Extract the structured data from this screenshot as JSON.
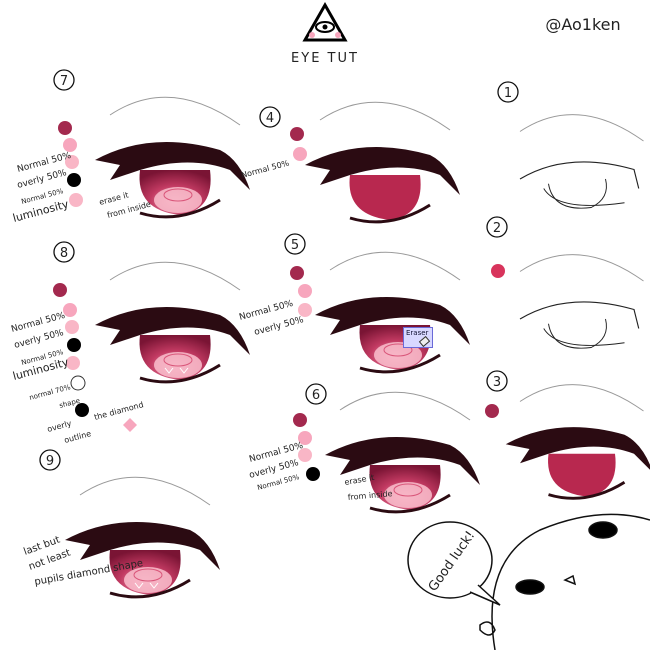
{
  "header": {
    "title": "EYE TUT",
    "author": "@Ao1ken"
  },
  "colors": {
    "dark_red": "#a3294e",
    "pink": "#f7a6bd",
    "light_pink": "#f9b6c6",
    "black": "#000000",
    "iris": "#b8284f",
    "lash": "#2b0b12"
  },
  "steps": [
    {
      "num": "1"
    },
    {
      "num": "2"
    },
    {
      "num": "3"
    },
    {
      "num": "4",
      "labels": [
        "Normal 50%"
      ]
    },
    {
      "num": "5",
      "labels": [
        "Normal 50%",
        "overly 50%"
      ],
      "tooltip": "Eraser"
    },
    {
      "num": "6",
      "labels": [
        "Normal 50%",
        "overly 50%",
        "Normal 50%"
      ],
      "note": [
        "erase it",
        "from inside"
      ]
    },
    {
      "num": "7",
      "labels": [
        "Normal 50%",
        "overly 50%",
        "Normal 50%",
        "luminosity"
      ],
      "note": [
        "erase it",
        "from inside"
      ]
    },
    {
      "num": "8",
      "labels": [
        "Normal 50%",
        "overly 50%",
        "Normal 50%",
        "luminosity",
        "normal 70%",
        "shape",
        "overly",
        "outline",
        "the diamond"
      ]
    },
    {
      "num": "9",
      "note": [
        "last but",
        "not least",
        "pupils diamond shape"
      ]
    }
  ],
  "bubble": "Good luck!"
}
